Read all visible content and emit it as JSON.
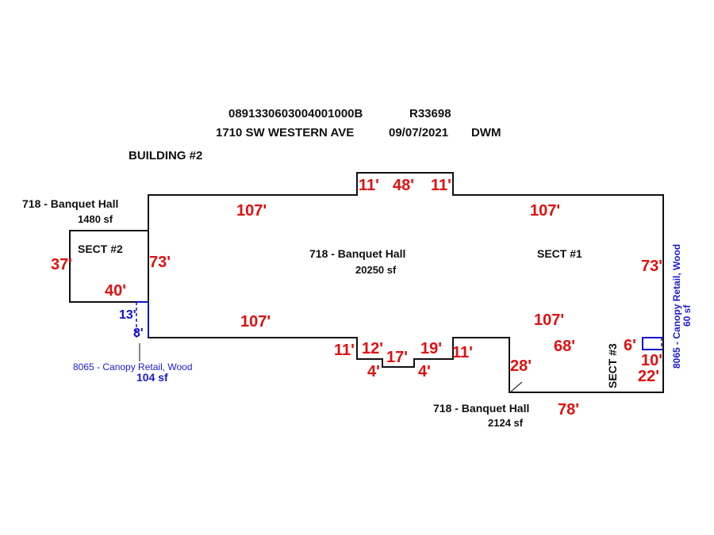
{
  "header": {
    "parcel_id": "0891330603004001000B",
    "account": "R33698",
    "address": "1710 SW WESTERN AVE",
    "date": "09/07/2021",
    "initials": "DWM",
    "building": "BUILDING #2"
  },
  "sections": {
    "main": {
      "use": "718 - Banquet Hall",
      "area": "20250 sf",
      "name": "SECT #1"
    },
    "sect2": {
      "use": "718 - Banquet Hall",
      "area": "1480 sf",
      "name": "SECT #2"
    },
    "sect3": {
      "use": "718 - Banquet Hall",
      "area": "2124 sf",
      "name": "SECT #3"
    },
    "canopy_left": {
      "use": "8065 - Canopy Retail, Wood",
      "area": "104 sf"
    },
    "canopy_right": {
      "use": "8065 - Canopy Retail, Wood",
      "area": "60 sf"
    }
  },
  "dimensions": {
    "top_left": "107'",
    "top_right": "107'",
    "notch_left": "11'",
    "notch_top": "48'",
    "notch_right": "11'",
    "bottom_left": "107'",
    "bottom_right": "107'",
    "right": "73'",
    "left_main": "73'",
    "s2_left": "37'",
    "s2_bottom": "40'",
    "b_11a": "11'",
    "b_12": "12'",
    "b_4a": "4'",
    "b_17": "17'",
    "b_4b": "4'",
    "b_19": "19'",
    "b_11b": "11'",
    "s3_28": "28'",
    "s3_68": "68'",
    "s3_6": "6'",
    "s3_10": "10'",
    "s3_22": "22'",
    "s3_78": "78'",
    "c_13": "13'",
    "c_8": "8'"
  },
  "colors": {
    "dimension": "#e01010",
    "canopy": "#1010d0",
    "wall": "#111111"
  }
}
